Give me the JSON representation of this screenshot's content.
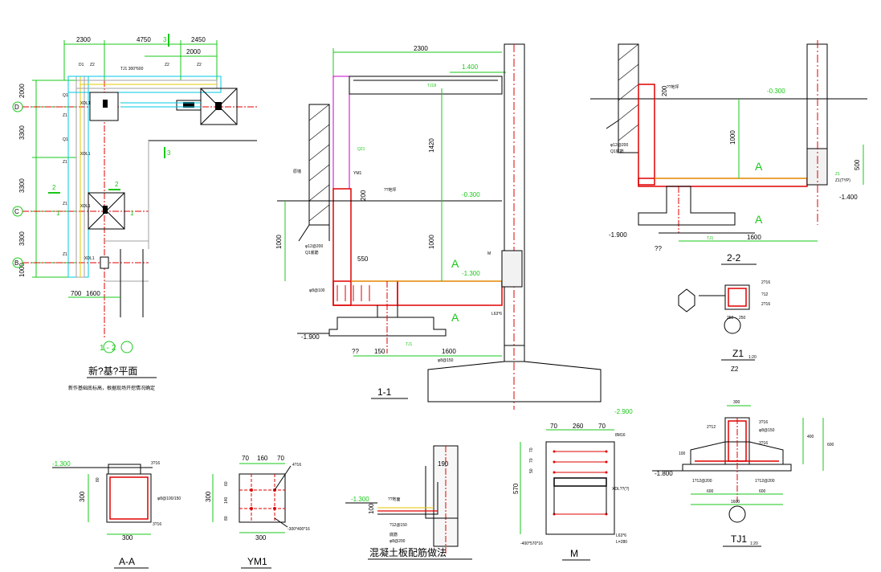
{
  "colors": {
    "green": "#19c819",
    "red": "#e00000",
    "magenta": "#c800c8",
    "cyan": "#00c8e6",
    "yellow": "#e6c800",
    "gray": "#a0a0a0"
  },
  "plan": {
    "top_dims": [
      "2300",
      "4750",
      "2450",
      "2000"
    ],
    "left_dims": [
      "2000",
      "3300",
      "3300",
      "3300",
      "1000"
    ],
    "bottom_dims": [
      "700",
      "1600"
    ],
    "grid": [
      "D",
      "C",
      "B"
    ],
    "axes": "1-2",
    "sec_mark_3": "3",
    "sec_mark_2": "2",
    "sec_mark_1": "1",
    "tj1": "TJ1 300*600",
    "labels": [
      "Z1",
      "Z2",
      "Q1",
      "XDL1",
      "TJ1",
      "Z1",
      "Q1",
      "XDL1",
      "XDL1",
      "Z1",
      "XDL1",
      "Z1",
      "D1",
      "Z2",
      "Z2"
    ],
    "title": "新?基?平面",
    "note": "新作基础底标高，根据现场开挖情况确定"
  },
  "s11": {
    "top_dim": "2300",
    "lvl_top": "1.400",
    "lvl_mid": "-0.300",
    "lvl_low": "-1.300",
    "lvl_bot": "-1.900",
    "lvl_base": "-2.900",
    "h1420": "1420",
    "h1000a": "1000",
    "h1000b": "1000",
    "h200": "200",
    "w550": "550",
    "w150": "150",
    "w1600": "1600",
    "lbl_a": "A",
    "lbl_q": "??",
    "title": "1-1",
    "small": [
      "原墙",
      "YM1",
      "Q21",
      "??地坪",
      "φ12@200",
      "Q1底筋",
      "φ8@100",
      "φ8@150",
      "TJ1",
      "L63*6",
      "M",
      "TJ1"
    ]
  },
  "s22": {
    "h200": "200",
    "h1000": "1000",
    "h500": "500",
    "lvl_mid": "-0.300",
    "lvl_low": "-1.400",
    "lvl_bot": "-1.900",
    "w1600": "1600",
    "lbl_a": "A",
    "lbl_q": "??",
    "title": "2-2",
    "small": [
      "??地坪",
      "φ12@200",
      "Q1底筋",
      "Z1",
      "TJ1",
      "Z1(TYP)"
    ]
  },
  "z1": {
    "title": "Z1",
    "sub": "Z2",
    "scale": "1:20",
    "bars": [
      "2?16",
      "?12",
      "2?16"
    ],
    "dims": [
      "250",
      "250"
    ]
  },
  "tj1": {
    "title": "TJ1",
    "scale": "1:20",
    "lvl": "-1.800",
    "top": "300",
    "bars": [
      "3?16",
      "φ8@150",
      "3?16",
      "2?12"
    ],
    "w": [
      "600",
      "600",
      "1600",
      "300"
    ],
    "h": [
      "400",
      "600"
    ],
    "misc": [
      "1?12@200",
      "1?12@200",
      "100"
    ]
  },
  "aa": {
    "title": "A-A",
    "lvl": "-1.300",
    "w": "300",
    "h": "300",
    "h80": "80",
    "bars": [
      "3?16",
      "φ8@100/150",
      "3?16"
    ]
  },
  "ym1": {
    "title": "YM1",
    "dims": [
      "70",
      "160",
      "70",
      "300",
      "300",
      "60",
      "140",
      "80"
    ],
    "bar": "4?16",
    "plate": "-300*400*16"
  },
  "slab": {
    "title": "混凝土板配筋做法",
    "lvl": "-1.300",
    "h100": "100",
    "w190": "190",
    "misc": [
      "??地面",
      "?12@150",
      "底筋",
      "φ8@200"
    ]
  },
  "m": {
    "title": "M",
    "top": [
      "70",
      "260",
      "70"
    ],
    "left": [
      "570",
      "70",
      "70",
      "50"
    ],
    "bars": [
      "8M16",
      "XDL??(?)",
      "L63*6",
      "L=280"
    ],
    "plate": "-400*570*16"
  }
}
